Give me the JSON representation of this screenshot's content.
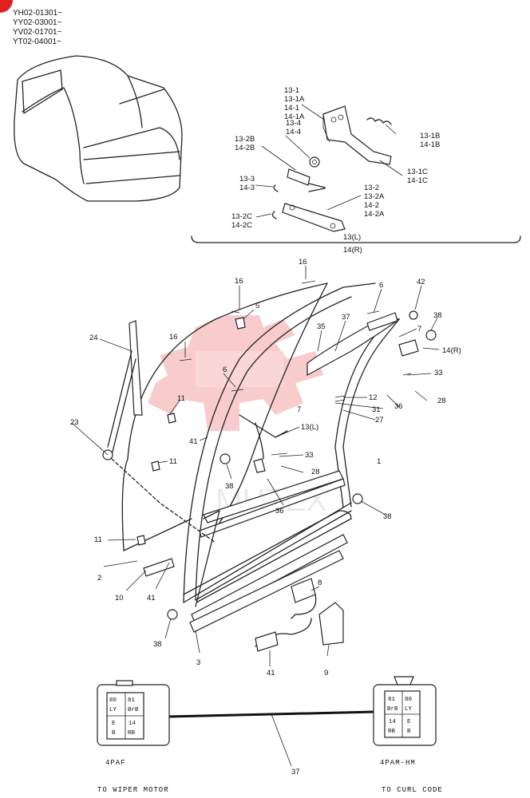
{
  "serials": [
    "YH02-01301~",
    "YY02-03001~",
    "YV02-01701~",
    "YT02-04001~"
  ],
  "brand_colors": {
    "watermark_red": "#f4a3a3",
    "line": "#222222",
    "marker": "#e02020"
  },
  "watermark_text": "MHTEX",
  "sub_assembly": {
    "parts_a": [
      "13-1",
      "13-1A",
      "14-1",
      "14-1A"
    ],
    "parts_b": [
      "13-4",
      "14-4"
    ],
    "parts_c": [
      "13-2B",
      "14-2B"
    ],
    "parts_d": [
      "13-3",
      "14-3"
    ],
    "parts_e": [
      "13-2C",
      "14-2C"
    ],
    "parts_f": [
      "13-1B",
      "14-1B"
    ],
    "parts_g": [
      "13-1C",
      "14-1C"
    ],
    "parts_h": [
      "13-2",
      "13-2A",
      "14-2",
      "14-2A"
    ],
    "group_l": "13(L)",
    "group_r": "14(R)"
  },
  "callouts": {
    "c16a": "16",
    "c16b": "16",
    "c16c": "16",
    "c6a": "6",
    "c6b": "6",
    "c42": "42",
    "c5": "5",
    "c38a": "38",
    "c38b": "38",
    "c38c": "38",
    "c38d": "38",
    "c37a": "37",
    "c37b": "37",
    "c7a": "7",
    "c7b": "7",
    "c35": "35",
    "c14r": "14(R)",
    "c24": "24",
    "c33a": "33",
    "c33b": "33",
    "c11a": "11",
    "c11b": "11",
    "c11c": "11",
    "c12": "12",
    "c31": "31",
    "c28a": "28",
    "c28b": "28",
    "c36a": "36",
    "c36b": "36",
    "c27": "27",
    "c23": "23",
    "c41a": "41",
    "c41b": "41",
    "c41c": "41",
    "c13l": "13(L)",
    "c1": "1",
    "c2": "2",
    "c10": "10",
    "c8": "8",
    "c3": "3",
    "c9": "9"
  },
  "connectors": {
    "left": {
      "pins": [
        "80",
        "81",
        "LY",
        "BrB",
        "E",
        "14",
        "B",
        "RB"
      ],
      "name": "4PAF",
      "destination": "TO WIPER MOTOR"
    },
    "right": {
      "pins": [
        "81",
        "80",
        "BrB",
        "LY",
        "14",
        "E",
        "RB",
        "B"
      ],
      "name": "4PAM-HM",
      "destination": "TO CURL CODE"
    }
  }
}
